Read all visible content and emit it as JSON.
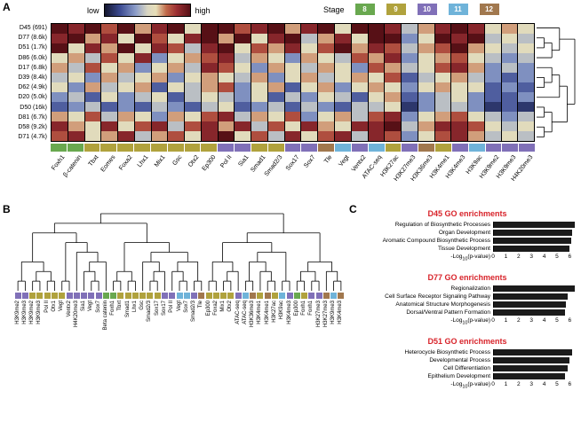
{
  "figure": {
    "panel_a_label": "A",
    "panel_b_label": "B",
    "panel_c_label": "C"
  },
  "colormap_legend": {
    "low_label": "low",
    "high_label": "high",
    "stops": [
      [
        0,
        "#14162e"
      ],
      [
        0.18,
        "#3c4b92"
      ],
      [
        0.36,
        "#8b9cc8"
      ],
      [
        0.5,
        "#d9d6c2"
      ],
      [
        0.6,
        "#e7dfb8"
      ],
      [
        0.72,
        "#c06a4a"
      ],
      [
        0.84,
        "#9c3034"
      ],
      [
        1,
        "#571016"
      ]
    ]
  },
  "stage_legend": {
    "label": "Stage",
    "stages": [
      {
        "id": "8",
        "color": "#69a84f"
      },
      {
        "id": "9",
        "color": "#b0a23d"
      },
      {
        "id": "10",
        "color": "#8070b8"
      },
      {
        "id": "11",
        "color": "#6fb3d9"
      },
      {
        "id": "12",
        "color": "#a1784e"
      }
    ]
  },
  "chart_data": [
    {
      "type": "heatmap",
      "rows": [
        "D45 (691)",
        "D77 (8.6k)",
        "D51 (1.7k)",
        "D86 (6.0k)",
        "D17 (6.8k)",
        "D39 (8.4k)",
        "D62 (4.9k)",
        "D20 (5.0k)",
        "D50 (16k)",
        "D81 (6.7k)",
        "D58 (9.2k)",
        "D71 (4.7k)"
      ],
      "columns": [
        {
          "label": "Foxh1",
          "stage": "8"
        },
        {
          "label": "β-catenin",
          "stage": "8"
        },
        {
          "label": "Tbxt",
          "stage": "9"
        },
        {
          "label": "Eomes",
          "stage": "9"
        },
        {
          "label": "Foxa2",
          "stage": "9"
        },
        {
          "label": "Lhx1",
          "stage": "9"
        },
        {
          "label": "Mix1",
          "stage": "9"
        },
        {
          "label": "Gsc",
          "stage": "9"
        },
        {
          "label": "Otx2",
          "stage": "9"
        },
        {
          "label": "Ep300",
          "stage": "9"
        },
        {
          "label": "Pol II",
          "stage": "10"
        },
        {
          "label": "Sia1",
          "stage": "10"
        },
        {
          "label": "Smad1",
          "stage": "9"
        },
        {
          "label": "Smad2/3",
          "stage": "9"
        },
        {
          "label": "Sox17",
          "stage": "10"
        },
        {
          "label": "Sox7",
          "stage": "10"
        },
        {
          "label": "Tle",
          "stage": "12"
        },
        {
          "label": "Vegt",
          "stage": "11"
        },
        {
          "label": "Ventx2",
          "stage": "10"
        },
        {
          "label": "ATAC-seq",
          "stage": "11"
        },
        {
          "label": "H3K27ac",
          "stage": "9"
        },
        {
          "label": "H3K27me3",
          "stage": "10"
        },
        {
          "label": "H3K36me3",
          "stage": "12"
        },
        {
          "label": "H3K4me1",
          "stage": "9"
        },
        {
          "label": "H3K4me3",
          "stage": "10"
        },
        {
          "label": "H3K9ac",
          "stage": "11"
        },
        {
          "label": "H3K9me2",
          "stage": "10"
        },
        {
          "label": "H3K9me3",
          "stage": "10"
        },
        {
          "label": "H4K20me3",
          "stage": "10"
        }
      ],
      "value_scale": [
        0,
        9
      ],
      "values": [
        [
          9,
          8,
          9,
          7,
          9,
          6,
          8,
          9,
          5,
          9,
          9,
          7,
          8,
          9,
          6,
          8,
          9,
          5,
          9,
          9,
          8,
          4,
          6,
          8,
          9,
          8,
          5,
          6,
          5
        ],
        [
          8,
          9,
          6,
          8,
          5,
          9,
          7,
          5,
          8,
          9,
          6,
          9,
          5,
          8,
          9,
          4,
          6,
          8,
          5,
          9,
          9,
          3,
          5,
          9,
          8,
          9,
          4,
          5,
          4
        ],
        [
          9,
          5,
          8,
          6,
          9,
          5,
          8,
          7,
          4,
          8,
          9,
          5,
          7,
          6,
          8,
          5,
          7,
          9,
          6,
          8,
          7,
          4,
          6,
          7,
          9,
          6,
          5,
          4,
          5
        ],
        [
          5,
          6,
          4,
          7,
          5,
          8,
          3,
          5,
          6,
          7,
          8,
          4,
          6,
          5,
          3,
          6,
          5,
          4,
          7,
          6,
          8,
          3,
          5,
          6,
          7,
          5,
          4,
          3,
          4
        ],
        [
          6,
          4,
          7,
          5,
          6,
          3,
          5,
          6,
          4,
          8,
          7,
          5,
          3,
          6,
          5,
          4,
          6,
          5,
          3,
          7,
          6,
          4,
          5,
          7,
          8,
          6,
          3,
          4,
          3
        ],
        [
          4,
          5,
          3,
          6,
          4,
          5,
          6,
          3,
          5,
          6,
          5,
          4,
          6,
          3,
          5,
          6,
          4,
          5,
          6,
          5,
          7,
          2,
          4,
          5,
          6,
          4,
          3,
          2,
          3
        ],
        [
          5,
          3,
          6,
          4,
          5,
          6,
          2,
          5,
          4,
          6,
          7,
          3,
          5,
          6,
          2,
          5,
          6,
          3,
          5,
          6,
          5,
          3,
          5,
          6,
          5,
          5,
          2,
          3,
          2
        ],
        [
          3,
          4,
          2,
          5,
          3,
          4,
          5,
          2,
          4,
          5,
          4,
          3,
          5,
          2,
          4,
          3,
          5,
          4,
          2,
          5,
          6,
          2,
          3,
          4,
          5,
          3,
          2,
          2,
          3
        ],
        [
          2,
          3,
          4,
          2,
          3,
          2,
          4,
          3,
          2,
          4,
          5,
          2,
          3,
          4,
          2,
          4,
          3,
          2,
          4,
          4,
          5,
          1,
          3,
          4,
          4,
          3,
          1,
          2,
          1
        ],
        [
          6,
          5,
          7,
          4,
          6,
          5,
          3,
          6,
          5,
          7,
          8,
          4,
          6,
          5,
          7,
          3,
          5,
          6,
          4,
          7,
          8,
          3,
          5,
          6,
          7,
          5,
          4,
          3,
          4
        ],
        [
          8,
          6,
          5,
          8,
          5,
          7,
          8,
          4,
          7,
          8,
          6,
          8,
          4,
          7,
          5,
          8,
          6,
          5,
          8,
          8,
          9,
          4,
          6,
          8,
          8,
          7,
          5,
          4,
          5
        ],
        [
          7,
          8,
          5,
          6,
          8,
          4,
          6,
          7,
          5,
          8,
          9,
          5,
          7,
          4,
          8,
          5,
          7,
          8,
          4,
          8,
          7,
          3,
          5,
          7,
          8,
          6,
          4,
          5,
          4
        ]
      ]
    },
    {
      "type": "bar",
      "title": "D45 GO enrichments",
      "title_color": "#d8232a",
      "bar_color": "#1b1b1b",
      "categories": [
        "Regulation of Biosynthetic Processes",
        "Organ Development",
        "Aromatic Compound Biosynthetic Process",
        "Tissue Development"
      ],
      "values": [
        6.4,
        6.2,
        6.1,
        6.0
      ],
      "xlabel": "-Log10(p-value)",
      "xticks": [
        0,
        1,
        2,
        3,
        4,
        5,
        6
      ],
      "xlim": [
        0,
        6.6
      ]
    },
    {
      "type": "bar",
      "title": "D77 GO enrichments",
      "title_color": "#d8232a",
      "bar_color": "#1b1b1b",
      "categories": [
        "Regionalization",
        "Cell Surface Receptor Signaling Pathway",
        "Anatomical Structure Morphogenesis",
        "Dorsal/Ventral Pattern Formation"
      ],
      "values": [
        6.4,
        5.8,
        5.7,
        5.6
      ],
      "xlabel": "-Log10(p-value)",
      "xticks": [
        0,
        1,
        2,
        3,
        4,
        5,
        6
      ],
      "xlim": [
        0,
        6.6
      ]
    },
    {
      "type": "bar",
      "title": "D51 GO enrichments",
      "title_color": "#d8232a",
      "bar_color": "#1b1b1b",
      "categories": [
        "Heterocycle Biosynthetic Process",
        "Developmental Process",
        "Cell Differentiation",
        "Epithelium Development"
      ],
      "values": [
        6.2,
        6.0,
        5.8,
        5.6
      ],
      "xlabel": "-Log10(p-value)",
      "xticks": [
        0,
        1,
        2,
        3,
        4,
        5,
        6
      ],
      "xlim": [
        0,
        6.6
      ]
    }
  ],
  "dendrogram_b": {
    "leaves": [
      {
        "label": "H3K9me2",
        "stage": "10"
      },
      {
        "label": "H3K9me3",
        "stage": "10"
      },
      {
        "label": "H3K9me2",
        "stage": "9"
      },
      {
        "label": "H3K9me3",
        "stage": "9"
      },
      {
        "label": "Pol II",
        "stage": "9"
      },
      {
        "label": "Otx1",
        "stage": "9"
      },
      {
        "label": "Vegt",
        "stage": "9"
      },
      {
        "label": "Ventx2",
        "stage": "10"
      },
      {
        "label": "H4K20me3",
        "stage": "10"
      },
      {
        "label": "Sia1",
        "stage": "10"
      },
      {
        "label": "Vegt",
        "stage": "10"
      },
      {
        "label": "Sox7",
        "stage": "10"
      },
      {
        "label": "Beta catenin",
        "stage": "8"
      },
      {
        "label": "Foxh1",
        "stage": "8"
      },
      {
        "label": "Tbxt",
        "stage": "9"
      },
      {
        "label": "Smad1",
        "stage": "9"
      },
      {
        "label": "Lhx1",
        "stage": "9"
      },
      {
        "label": "Gsc",
        "stage": "9"
      },
      {
        "label": "Smad2/3",
        "stage": "9"
      },
      {
        "label": "Sox17",
        "stage": "9"
      },
      {
        "label": "Sox17",
        "stage": "10"
      },
      {
        "label": "Pol II",
        "stage": "10"
      },
      {
        "label": "Vegt",
        "stage": "11"
      },
      {
        "label": "Sox7",
        "stage": "11"
      },
      {
        "label": "Smad2/3",
        "stage": "10"
      },
      {
        "label": "Tle",
        "stage": "12"
      },
      {
        "label": "Ep300",
        "stage": "9"
      },
      {
        "label": "Foxa2",
        "stage": "9"
      },
      {
        "label": "Mix1",
        "stage": "9"
      },
      {
        "label": "Otx2",
        "stage": "9"
      },
      {
        "label": "ATAC-seq",
        "stage": "10"
      },
      {
        "label": "ATAC-seq",
        "stage": "11"
      },
      {
        "label": "H3K36me3",
        "stage": "12"
      },
      {
        "label": "H3K4me1",
        "stage": "9"
      },
      {
        "label": "H3K4me1",
        "stage": "12"
      },
      {
        "label": "H3K27ac",
        "stage": "9"
      },
      {
        "label": "H3K9ac",
        "stage": "11"
      },
      {
        "label": "H3K4me3",
        "stage": "10"
      },
      {
        "label": "Ep300",
        "stage": "8"
      },
      {
        "label": "Foxh1",
        "stage": "9"
      },
      {
        "label": "Foxh1",
        "stage": "10"
      },
      {
        "label": "H3K27me3",
        "stage": "10"
      },
      {
        "label": "H3K27me3",
        "stage": "12"
      },
      {
        "label": "H3K9me3",
        "stage": "11"
      },
      {
        "label": "H3K4me3",
        "stage": "12"
      }
    ]
  }
}
